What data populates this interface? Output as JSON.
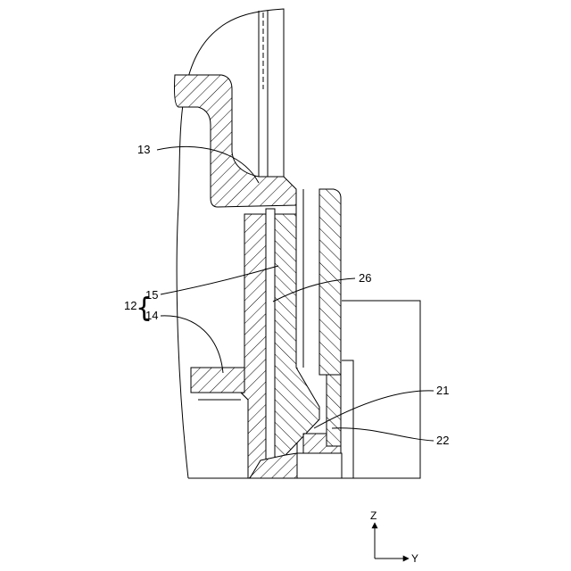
{
  "figure": {
    "reference_numerals": {
      "r13": "13",
      "r12": "12",
      "r15": "15",
      "r14": "14",
      "r26": "26",
      "r21": "21",
      "r22": "22"
    },
    "brace_glyph": "{",
    "axes": {
      "z": "Z",
      "y": "Y"
    },
    "colors": {
      "line": "#000000",
      "background": "#ffffff"
    }
  }
}
